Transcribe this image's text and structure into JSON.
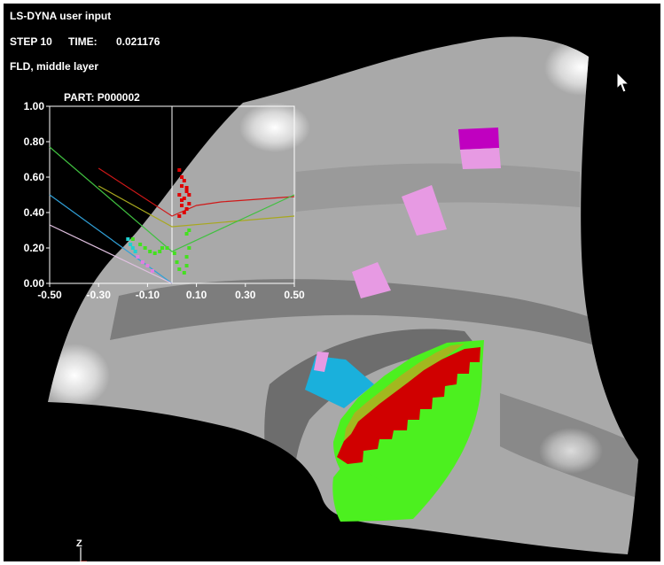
{
  "header": {
    "title": "LS-DYNA user input",
    "step_label": "STEP 10",
    "time_label": "TIME:",
    "time_value": "0.021176",
    "result": "FLD, middle layer"
  },
  "triad": {
    "z_label": "Z"
  },
  "colors": {
    "mesh_gray": "#a9a9a9",
    "fld_green": "#4cf01f",
    "fld_red": "#d00000",
    "fld_magenta": "#c000c0",
    "fld_pink": "#e79ae3",
    "fld_cyan": "#1ab0dc"
  },
  "chart_data": {
    "type": "scatter",
    "title": "PART: P000002",
    "xlabel": "",
    "ylabel": "",
    "xlim": [
      -0.5,
      0.5
    ],
    "ylim": [
      0.0,
      1.0
    ],
    "x_ticks": [
      "-0.50",
      "-0.30",
      "-0.10",
      "0.10",
      "0.30",
      "0.50"
    ],
    "y_ticks": [
      "0.00",
      "0.20",
      "0.40",
      "0.60",
      "0.80",
      "1.00"
    ],
    "grid": false,
    "vertical_marker_x": 0.0,
    "curves": [
      {
        "color": "#d01818",
        "x": [
          -0.3,
          0.0,
          0.1,
          0.2,
          0.3,
          0.4,
          0.5
        ],
        "y": [
          0.65,
          0.38,
          0.44,
          0.46,
          0.47,
          0.48,
          0.49
        ]
      },
      {
        "color": "#a8a81e",
        "x": [
          -0.3,
          0.0,
          0.5
        ],
        "y": [
          0.55,
          0.32,
          0.38
        ]
      },
      {
        "color": "#40c040",
        "x": [
          -0.5,
          0.0,
          0.5
        ],
        "y": [
          0.77,
          0.18,
          0.5
        ]
      },
      {
        "color": "#30a0d8",
        "x": [
          -0.5,
          0.0
        ],
        "y": [
          0.5,
          0.0
        ]
      },
      {
        "color": "#e0c0e0",
        "x": [
          -0.5,
          0.0
        ],
        "y": [
          0.33,
          0.0
        ]
      }
    ],
    "series": [
      {
        "color": "#e00000",
        "x": [
          0.03,
          0.04,
          0.05,
          0.04,
          0.06,
          0.03,
          0.05,
          0.07,
          0.04,
          0.06,
          0.05,
          0.03,
          0.06,
          0.04,
          0.07
        ],
        "y": [
          0.64,
          0.6,
          0.58,
          0.55,
          0.52,
          0.5,
          0.48,
          0.45,
          0.44,
          0.42,
          0.4,
          0.38,
          0.54,
          0.47,
          0.5
        ]
      },
      {
        "color": "#44e020",
        "x": [
          -0.16,
          -0.13,
          -0.11,
          -0.09,
          -0.07,
          -0.05,
          -0.04,
          -0.02,
          0.01,
          0.02,
          0.03,
          0.05,
          0.06,
          0.07,
          0.06,
          0.07,
          0.06
        ],
        "y": [
          0.25,
          0.22,
          0.2,
          0.18,
          0.17,
          0.18,
          0.2,
          0.2,
          0.17,
          0.12,
          0.08,
          0.06,
          0.1,
          0.2,
          0.28,
          0.3,
          0.15
        ]
      },
      {
        "color": "#20d0d0",
        "x": [
          -0.18,
          -0.17,
          -0.16,
          -0.15
        ],
        "y": [
          0.25,
          0.22,
          0.2,
          0.18
        ]
      },
      {
        "color": "#e080e0",
        "x": [
          -0.14,
          -0.12,
          -0.1,
          -0.08
        ],
        "y": [
          0.15,
          0.12,
          0.1,
          0.07
        ]
      }
    ]
  }
}
